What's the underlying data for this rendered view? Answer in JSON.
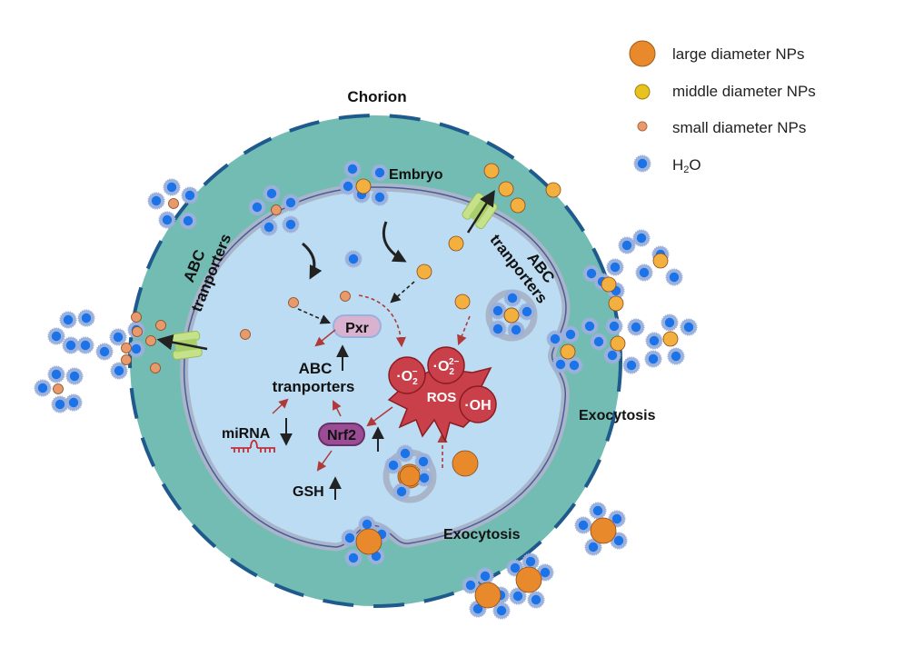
{
  "title": "Nanoplastic uptake, efflux and oxidative stress in zebrafish embryo",
  "labels": {
    "chorion": "Chorion",
    "embryo": "Embryo",
    "abc_left_1": "ABC",
    "abc_left_2": "tranporters",
    "abc_right_1": "ABC",
    "abc_right_2": "tranporters",
    "abc_center_1": "ABC",
    "abc_center_2": "tranporters",
    "pxr": "Pxr",
    "nrf2": "Nrf2",
    "mirna": "miRNA",
    "gsh": "GSH",
    "ros": "ROS",
    "superoxide": "O",
    "superoxide_sub": "2",
    "superoxide_sup": "−",
    "peroxide": "O",
    "peroxide_sub": "2",
    "peroxide_sup": "2−",
    "hydroxyl": "OH",
    "radical_dot": "·",
    "exocytosis_right": "Exocytosis",
    "exocytosis_bottom": "Exocytosis"
  },
  "regulation": {
    "abc_transporters": "up",
    "nrf2": "up",
    "mirna": "down",
    "gsh": "up"
  },
  "legend": {
    "items": [
      {
        "label": "large diameter NPs",
        "icon": "large-np-icon"
      },
      {
        "label": "middle diameter NPs",
        "icon": "middle-np-icon"
      },
      {
        "label": "small diameter NPs",
        "icon": "small-np-icon"
      },
      {
        "label": "H",
        "sub": "2",
        "tail": "O",
        "icon": "water-icon"
      }
    ]
  },
  "colors": {
    "chorion": "#72bcb4",
    "chorion_dash": "#1f5a8c",
    "embryo": "#bcdcf3",
    "membrane": "#a9b5c9",
    "membrane_line": "#4b5a9a",
    "large_np": "#e8892b",
    "middle_np": "#f4b03f",
    "small_np": "#e89a6c",
    "water_core": "#1a73e8",
    "water_halo": "#9bb1dc",
    "ros": "#c9404a",
    "ros_dark": "#8a1c22",
    "pxr": "#d9b2cf",
    "nrf2": "#9a4d95",
    "transporter": "#c5e18a",
    "arrow_red": "#b03a3a",
    "arrow_black": "#222222"
  }
}
